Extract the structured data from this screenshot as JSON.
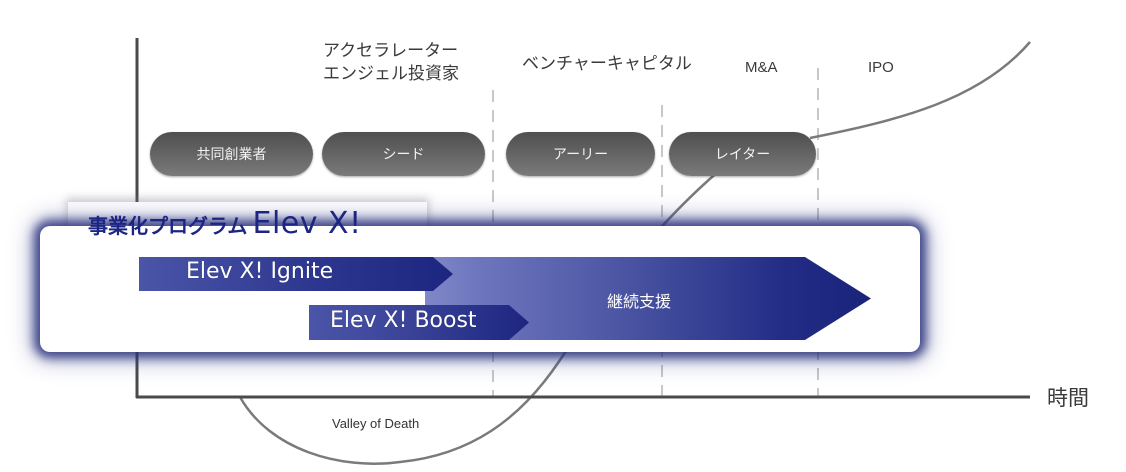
{
  "headers": {
    "accelerator_line1": "アクセラレーター",
    "accelerator_line2": "エンジェル投資家",
    "venture_capital": "ベンチャーキャピタル",
    "mna": "M&A",
    "ipo": "IPO"
  },
  "stages": [
    {
      "label": "共同創業者"
    },
    {
      "label": "シード"
    },
    {
      "label": "アーリー"
    },
    {
      "label": "レイター"
    }
  ],
  "axis": {
    "x_label": "時間"
  },
  "valley_label": "Valley of Death",
  "program": {
    "title_jp": "事業化プログラム",
    "title_en": "Elev X!",
    "ignite_label": "Elev X! Ignite",
    "boost_label": "Elev X! Boost",
    "continuous_support_label": "継続支援"
  },
  "colors": {
    "navy": "#1c2583",
    "pill_gray": "#5e5e5e",
    "axis": "#4a4a4a",
    "dashed": "#c8c8c8"
  }
}
